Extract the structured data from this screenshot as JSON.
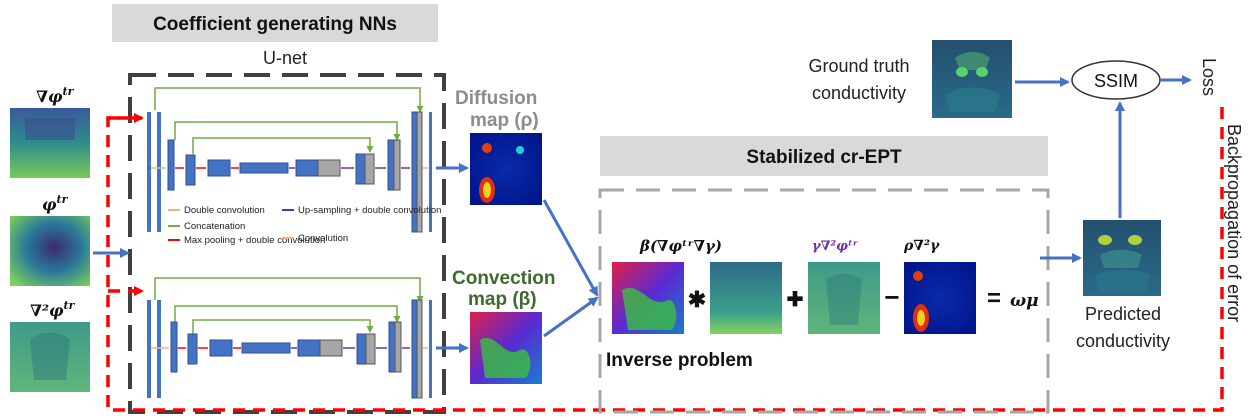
{
  "header": {
    "coefficient_nns": "Coefficient generating NNs",
    "unet": "U-net",
    "stabilized": "Stabilized cr-EPT"
  },
  "inputs": {
    "grad_phi": "∇φ",
    "phi": "φ",
    "lap_phi": "∇²φ",
    "sup": "tr"
  },
  "legend": {
    "double_conv": "Double convolution",
    "concat": "Concatenation",
    "maxpool": "Max pooling + double convolution",
    "upsampling": "Up-sampling + double convolution",
    "conv": "Convolution"
  },
  "maps": {
    "diffusion_line1": "Diffusion",
    "diffusion_line2": "map (ρ)",
    "convection_line1": "Convection",
    "convection_line2": "map (β)"
  },
  "equation": {
    "term1": "β(∇φᵗʳ∇γ)",
    "term2": "γ∇²φᵗʳ",
    "term3": "ρ∇²γ",
    "op1": "✱",
    "op2": "✚",
    "op3": "−",
    "eq": "=",
    "rhs": "ωμ",
    "inverse": "Inverse problem"
  },
  "right": {
    "gt_line1": "Ground truth",
    "gt_line2": "conductivity",
    "ssim": "SSIM",
    "loss": "Loss",
    "pred_line1": "Predicted",
    "pred_line2": "conductivity",
    "backprop": "Backpropagation of error"
  },
  "colors": {
    "arrow_blue": "#4472c4",
    "red_dash": "#ff0000",
    "diffusion_text": "#8c8c8c",
    "convection_text": "#3d6b2e",
    "term2_purple": "#7030a0",
    "header_gray": "#d9d9d9",
    "skip_green": "#70ad47"
  }
}
